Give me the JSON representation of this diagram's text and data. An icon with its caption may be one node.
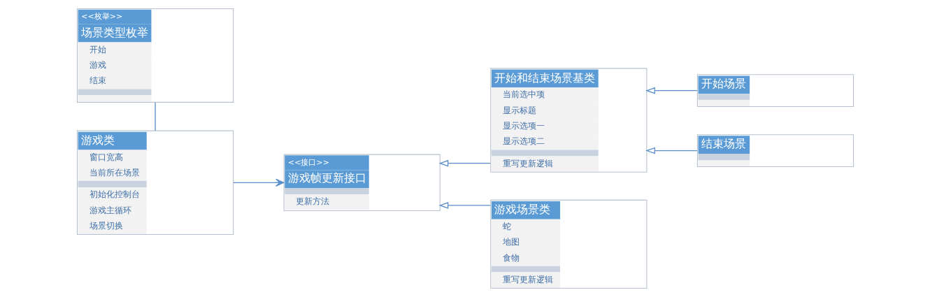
{
  "diagram": {
    "nodes": [
      {
        "text": [
          "<<枚举>>",
          "场景类型枚举",
          "开始",
          "游戏",
          "结束"
        ]
      },
      {
        "text": [
          "游戏类",
          "窗口宽高",
          "当前所在场景",
          "初始化控制台",
          "游戏主循环",
          "场景切换"
        ]
      },
      {
        "text": [
          "<<接口>>",
          "游戏帧更新接口",
          "更新方法"
        ]
      },
      {
        "text": [
          "开始和结束场景基类",
          "当前选中项",
          "显示标题",
          "显示选项一",
          "显示选项二",
          "重写更新逻辑"
        ]
      },
      {
        "text": [
          "开始场景"
        ]
      },
      {
        "text": [
          "结束场景"
        ]
      },
      {
        "text": [
          "游戏场景类",
          "蛇",
          "地图",
          "食物",
          "重写更新逻辑"
        ]
      }
    ],
    "edges": [
      {
        "from": 0,
        "to": 1,
        "arrow": "none"
      },
      {
        "from": 1,
        "to": 2,
        "arrow": "to"
      },
      {
        "from": 3,
        "to": 2,
        "arrow": "to"
      },
      {
        "from": 6,
        "to": 2,
        "arrow": "to"
      },
      {
        "from": 4,
        "to": 3,
        "arrow": "to"
      },
      {
        "from": 5,
        "to": 3,
        "arrow": "to"
      }
    ]
  }
}
